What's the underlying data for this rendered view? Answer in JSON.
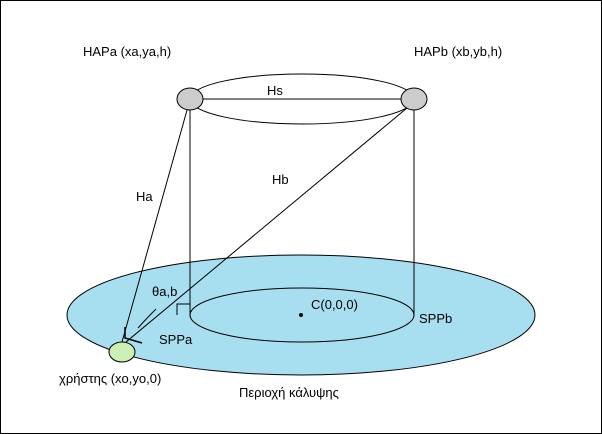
{
  "labels": {
    "hapa": "HAPa (xa,ya,h)",
    "hapb": "HAPb (xb,yb,h)",
    "hs": "Hs",
    "ha": "Ha",
    "hb": "Hb",
    "theta": "θa,b",
    "center": "C(0,0,0)",
    "sppa": "SPPa",
    "sppb": "SPPb",
    "user": "χρήστης (xo,yo,0)",
    "coverage": "Περιοχή κάλυψης"
  },
  "colors": {
    "coverage_fill": "#a8dff0",
    "hap_fill": "#cccccc",
    "user_fill": "#ccf0b4",
    "line": "#000000"
  }
}
